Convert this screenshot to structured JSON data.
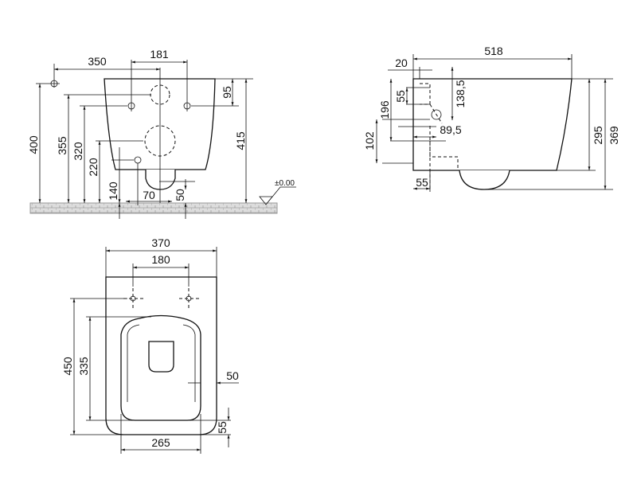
{
  "front_view": {
    "dims": {
      "d350": "350",
      "d181": "181",
      "d95": "95",
      "d415": "415",
      "d400": "400",
      "d355": "355",
      "d320": "320",
      "d220": "220",
      "d140": "140",
      "d70": "70",
      "d50": "50"
    },
    "level": "±0.00"
  },
  "side_view": {
    "dims": {
      "d518": "518",
      "d20": "20",
      "d369": "369",
      "d295": "295",
      "d138": "138,5",
      "d196": "196",
      "d55": "55",
      "d102": "102",
      "d89": "89,5",
      "d55b": "55"
    }
  },
  "top_view": {
    "dims": {
      "d370": "370",
      "d180": "180",
      "d450": "450",
      "d335": "335",
      "d50": "50",
      "d55": "55",
      "d265": "265"
    }
  }
}
